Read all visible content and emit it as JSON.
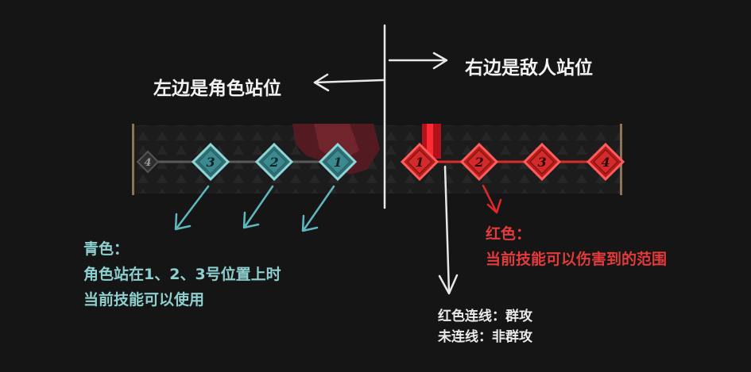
{
  "heading_left": "左边是角色站位",
  "heading_right": "右边是敌人站位",
  "ally_slots": [
    {
      "rank": "4",
      "highlight": false
    },
    {
      "rank": "3",
      "highlight": true
    },
    {
      "rank": "2",
      "highlight": true
    },
    {
      "rank": "1",
      "highlight": true
    }
  ],
  "enemy_slots": [
    {
      "rank": "1"
    },
    {
      "rank": "2"
    },
    {
      "rank": "3"
    },
    {
      "rank": "4"
    }
  ],
  "cyan_note": {
    "title": "青色：",
    "line1": "角色站在1、2、3号位置上时",
    "line2": "当前技能可以使用"
  },
  "red_note": {
    "title": "红色：",
    "line1": "当前技能可以伤害到的范围"
  },
  "legend_note": {
    "line1": "红色连线：群攻",
    "line2": "未连线：非群攻"
  },
  "colors": {
    "cyan": "#5fb8bf",
    "cyan_text": "#8ecfcf",
    "red": "#e02a2a",
    "red_text": "#e33b3b",
    "inactive": "#2e2e2e",
    "background": "#151515"
  }
}
